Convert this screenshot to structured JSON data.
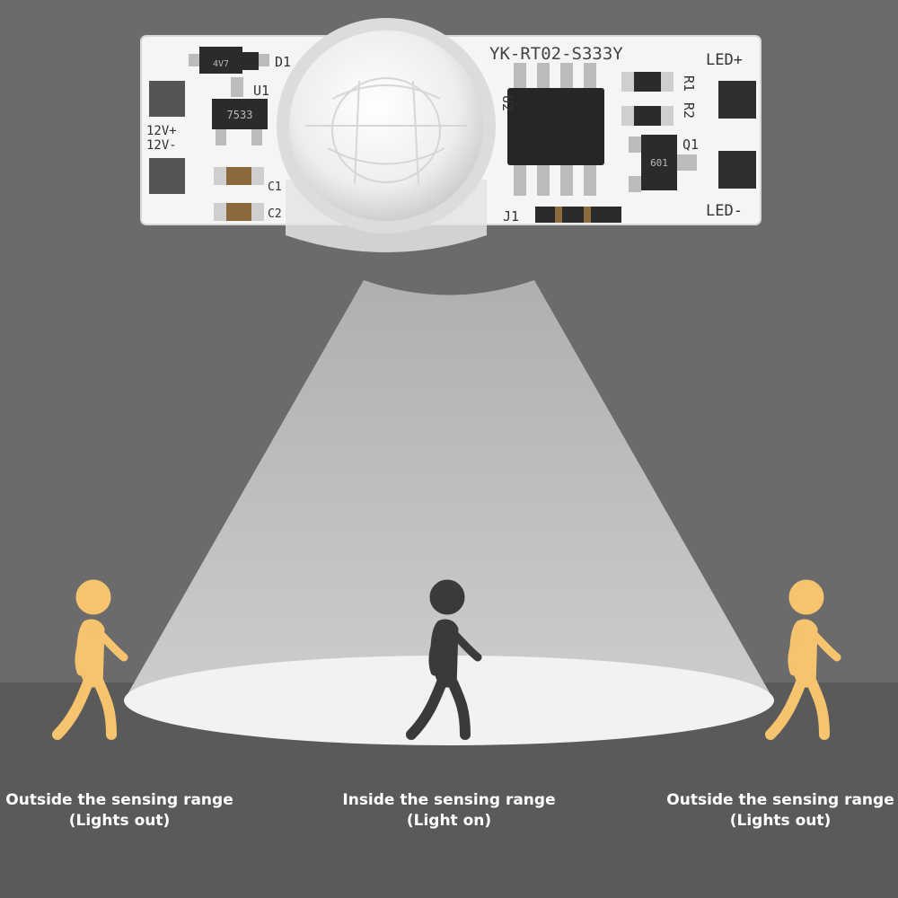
{
  "board": {
    "model_code": "YK-RT02-S333Y",
    "labels": {
      "d1": "D1",
      "u1": "U1",
      "u2": "U2",
      "r1": "R1",
      "r2": "R2",
      "q1": "Q1",
      "j1": "J1",
      "c1": "C1",
      "c2": "C2",
      "v_plus": "12V+",
      "v_minus": "12V-",
      "led_plus": "LED+",
      "led_minus": "LED-"
    },
    "chip_markings": {
      "d1": "4V7",
      "u1": "7533",
      "q1": "601"
    }
  },
  "figures": [
    {
      "state": "outside",
      "color": "#f6c36e"
    },
    {
      "state": "inside",
      "color": "#3a3a3a"
    },
    {
      "state": "outside",
      "color": "#f6c36e"
    }
  ],
  "captions": {
    "left": {
      "line1": "Outside the sensing range",
      "line2": "(Lights out)"
    },
    "middle": {
      "line1": "Inside the sensing range",
      "line2": "(Light on)"
    },
    "right": {
      "line1": "Outside the sensing range",
      "line2": "(Lights out)"
    }
  },
  "colors": {
    "wall": "#6b6b6b",
    "floor": "#5a5a5a",
    "beam": "#c9c9c9",
    "spot": "#f2f2f2",
    "person_outside": "#f6c36e",
    "person_inside": "#3a3a3a"
  },
  "icons": [
    "pir-lens-icon",
    "walking-person-icon"
  ]
}
